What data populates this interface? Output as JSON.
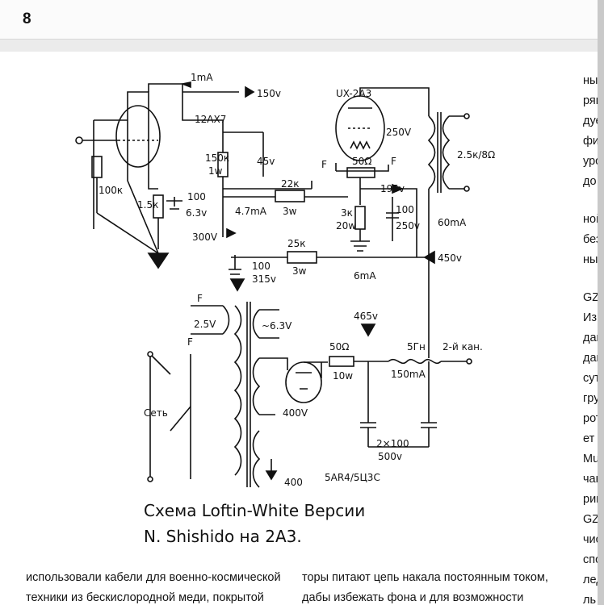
{
  "page_number": "8",
  "schematic": {
    "labels": {
      "current_top": "1mA",
      "tube1": "12AX7",
      "v150": "150v",
      "tube2": "UX-2A3",
      "v250": "250V",
      "output_trans": "2.5к/8Ω",
      "r_150k": "150к",
      "r_150k_w": "1w",
      "v45": "45v",
      "f_left": "F",
      "f_right": "F",
      "r_50": "50Ω",
      "r_22k": "22к",
      "r_22k_w": "3w",
      "v195": "195v",
      "i_47": "4.7mA",
      "r_100k": "100к",
      "r_15k": "1.5к",
      "c_100a": "100",
      "c_63": "6.3v",
      "r_3k": "3к",
      "r_3k_w": "20w",
      "c_100b": "100",
      "c_250": "250v",
      "i_60": "60mA",
      "v300": "300V",
      "r_25k": "25к",
      "r_25k_w": "3w",
      "v450": "450v",
      "i_6": "6mA",
      "c_100c": "100",
      "c_315": "315v",
      "f_tr1": "F",
      "v25": "2.5V",
      "f_tr2": "F",
      "v63t": "~6.3V",
      "v465": "465v",
      "r_50b": "50Ω",
      "choke": "5Гн",
      "r_50b_w": "10w",
      "i_150": "150mA",
      "to_channel": "2-й кан.",
      "mains": "Сеть",
      "v400a": "400V",
      "c_2x100": "2×100",
      "c_500": "500v",
      "v400b": "400",
      "rect_tube": "5AR4/5Ц3С"
    },
    "caption_line1": "Схема Loftin-White Версии",
    "caption_line2": "N. Shishido на 2A3."
  },
  "text_left": "использовали кабели для военно-космической техники из бескислородной меди, покрытой серебром. Они стоят",
  "text_mid": "торы питают цепь накала постоянным током, дабы избежать фона и для возможности стабилизации напряжения",
  "text_right": {
    "group1": [
      "ным",
      "рям",
      "дуе",
      "фи",
      "уро",
      "до г"
    ],
    "group2": [
      "ной",
      "без",
      "ны"
    ],
    "group3": [
      "GZ",
      "Изв",
      "дак",
      "дак",
      "сут",
      "гру",
      "рот",
      "ет",
      "Mu",
      "чан",
      "рим",
      "GZ",
      "чис",
      "спо",
      "лед",
      "ль"
    ]
  }
}
